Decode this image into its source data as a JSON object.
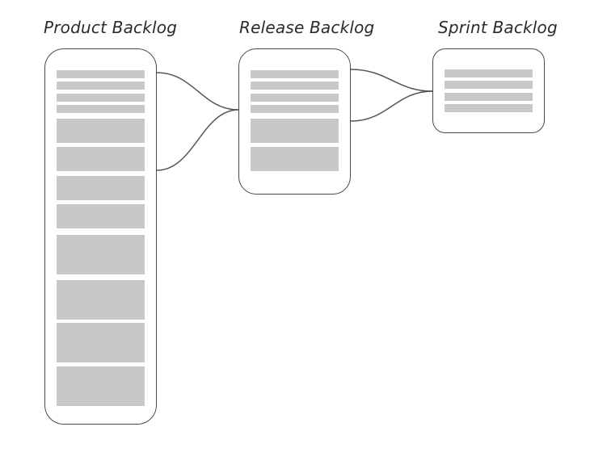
{
  "diagram": {
    "product_backlog": {
      "title": "Product Backlog",
      "item_count": 12
    },
    "release_backlog": {
      "title": "Release Backlog",
      "item_count": 6
    },
    "sprint_backlog": {
      "title": "Sprint Backlog",
      "item_count": 4
    },
    "colors": {
      "box_border": "#4a4a4a",
      "item_fill": "#c8c8c8",
      "connector": "#555555"
    }
  }
}
